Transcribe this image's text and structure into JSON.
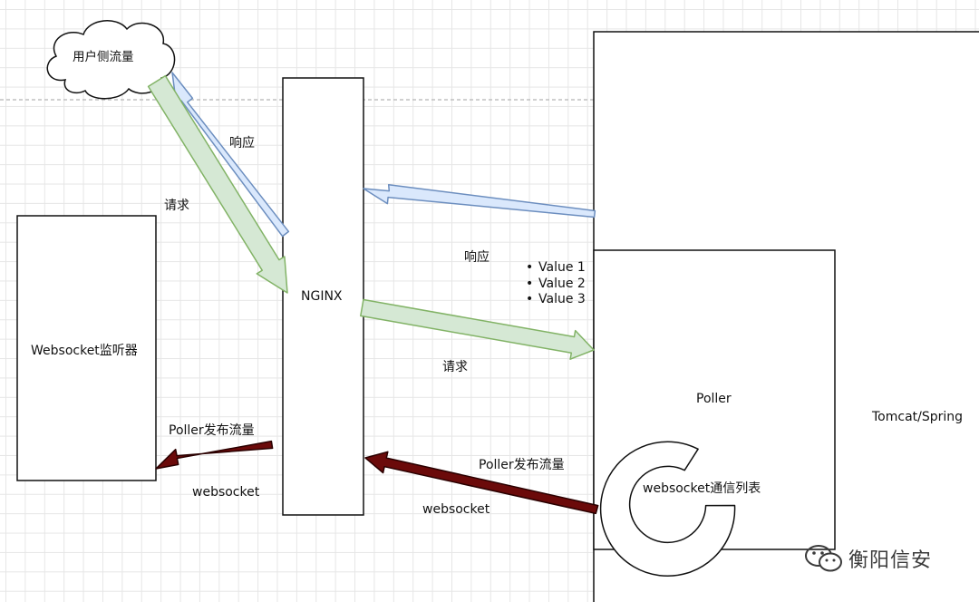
{
  "nodes": {
    "user_traffic": "用户侧流量",
    "nginx": "NGINX",
    "websocket_listener": "Websocket监听器",
    "poller": "Poller",
    "tomcat_spring": "Tomcat/Spring",
    "websocket_comm_table": "websocket通信列表"
  },
  "edges": {
    "response_top": "响应",
    "request_top": "请求",
    "response_right": "响应",
    "request_right": "请求",
    "poller_publish_left": "Poller发布流量",
    "websocket_left": "websocket",
    "poller_publish_right": "Poller发布流量",
    "websocket_right": "websocket"
  },
  "bullets": [
    "Value 1",
    "Value 2",
    "Value 3"
  ],
  "watermark": "衡阳信安",
  "colors": {
    "request_green": "#d5e8d4",
    "request_green_stroke": "#82b366",
    "response_blue": "#dae8fc",
    "response_blue_stroke": "#6c8ebf",
    "websocket_dark_red": "#6b0a0a"
  }
}
